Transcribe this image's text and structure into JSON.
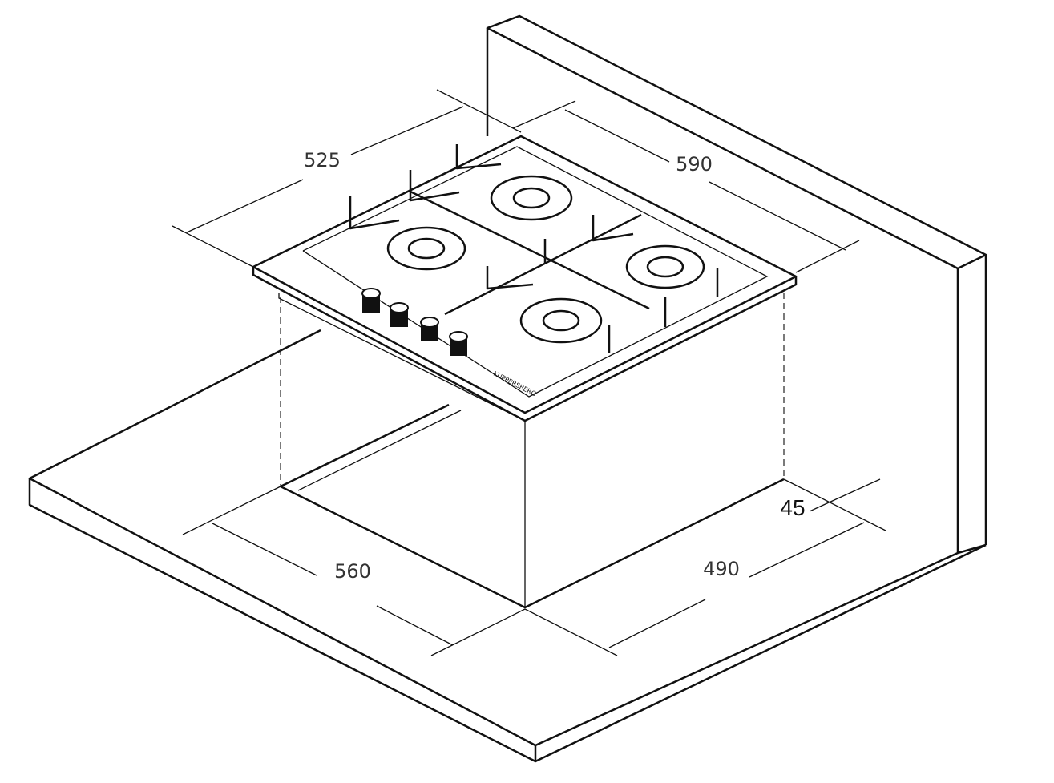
{
  "title": "Gas hob installation dimensions",
  "brand_logo": "KUPPERSBERG",
  "dimensions": {
    "hob_depth": "525",
    "hob_width": "590",
    "cutout_width": "560",
    "cutout_depth": "490",
    "wall_clearance": "45"
  },
  "colors": {
    "line": "#111111",
    "background": "#ffffff"
  }
}
